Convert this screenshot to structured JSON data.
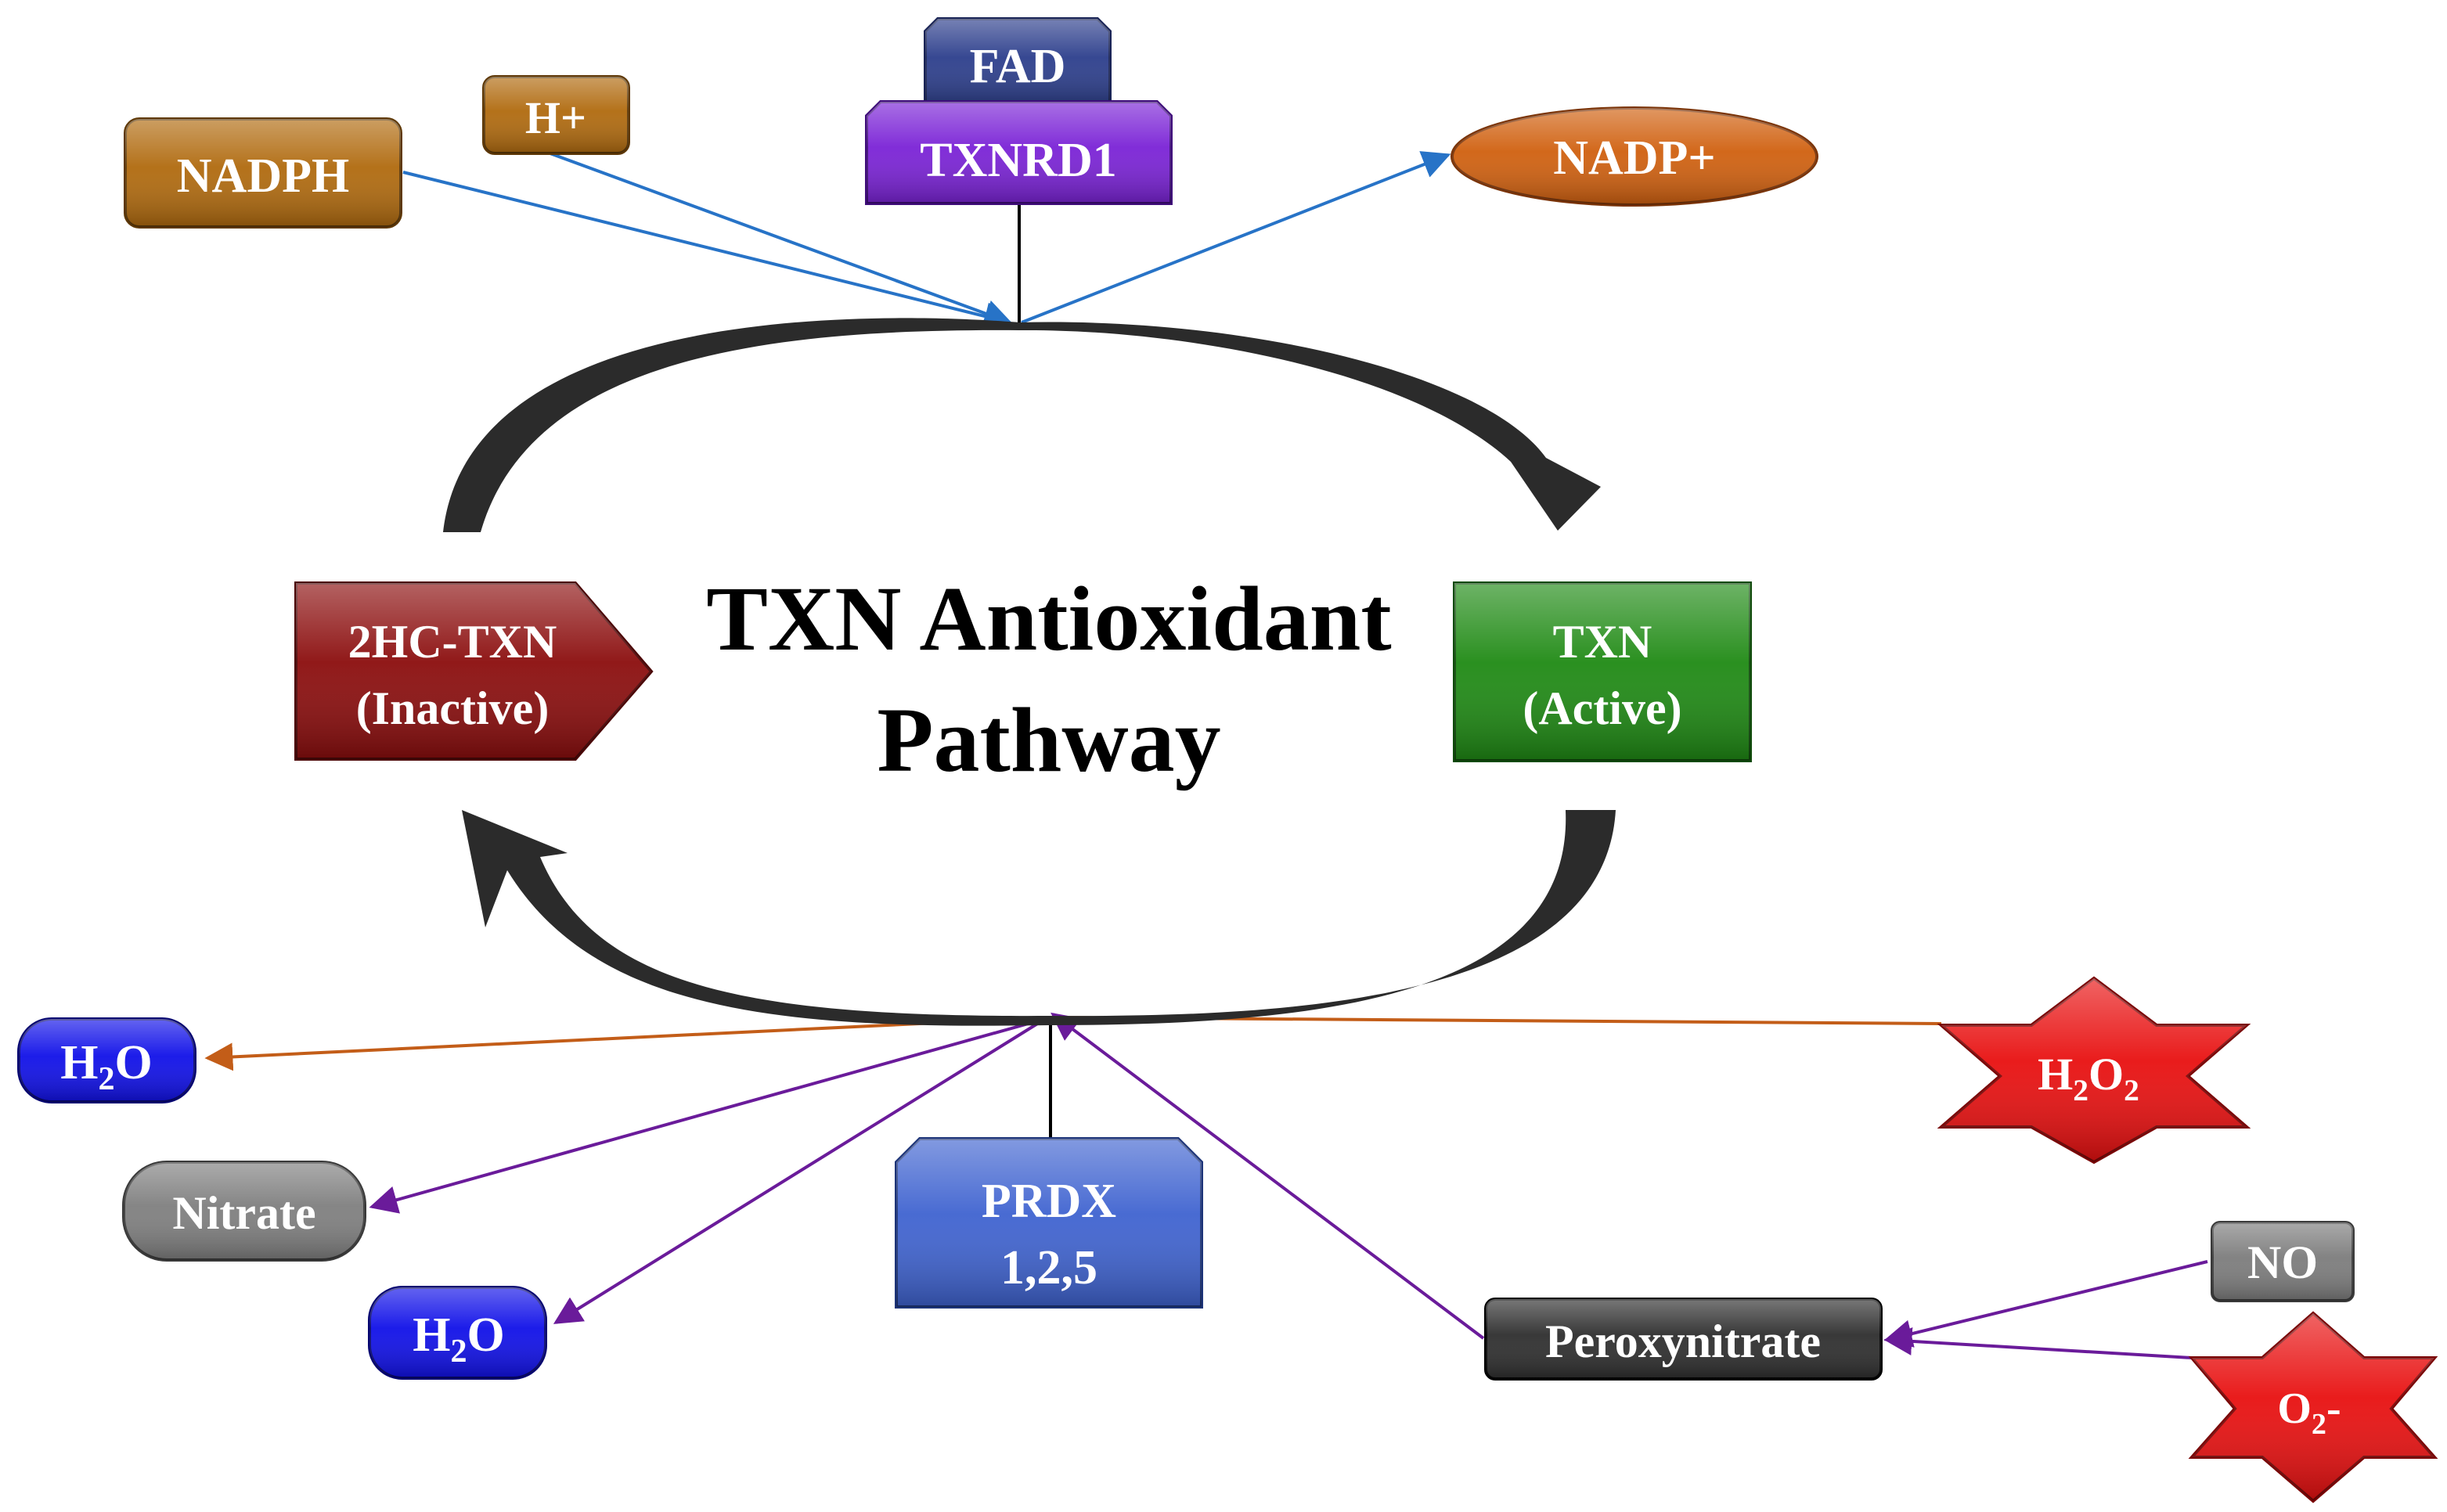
{
  "title": {
    "line1": "TXN Antioxidant",
    "line2": "Pathway"
  },
  "nodes": {
    "nadph": "NADPH",
    "h_plus": "H+",
    "fad": "FAD",
    "txnrd1": "TXNRD1",
    "nadp_plus": "NADP+",
    "inactive": {
      "line1": "2HC-TXN",
      "line2": "(Inactive)"
    },
    "active": {
      "line1": "TXN",
      "line2": "(Active)"
    },
    "water_top": {
      "main": "H",
      "sub": "2",
      "rest": "O"
    },
    "nitrate": "Nitrate",
    "water_bottom": {
      "main": "H",
      "sub": "2",
      "rest": "O"
    },
    "prdx": {
      "line1": "PRDX",
      "line2": "1,2,5"
    },
    "hydrogen_peroxide": {
      "a": "H",
      "sub1": "2",
      "b": "O",
      "sub2": "2"
    },
    "peroxynitrate": "Peroxynitrate",
    "nitric_oxide": "NO",
    "superoxide": {
      "a": "O",
      "sub": "2",
      "b": "-"
    }
  },
  "colors": {
    "nadph": "#b06a0e",
    "fad": "#2c3e8c",
    "txnrd1": "#7a22d6",
    "nadp_plus": "#d0600f",
    "inactive": "#8b0d0d",
    "active": "#1f8a14",
    "water": "#1010e8",
    "nitrate": "#7f7f7f",
    "prdx": "#3f63d0",
    "star": "#e81010",
    "peroxynitrate": "#2e2e2e",
    "nitric_oxide": "#7c7c7c",
    "arrow_blue": "#2773c7",
    "arrow_orange": "#c35d18",
    "arrow_purple": "#6a1b9a",
    "cycle": "#2b2b2b"
  }
}
